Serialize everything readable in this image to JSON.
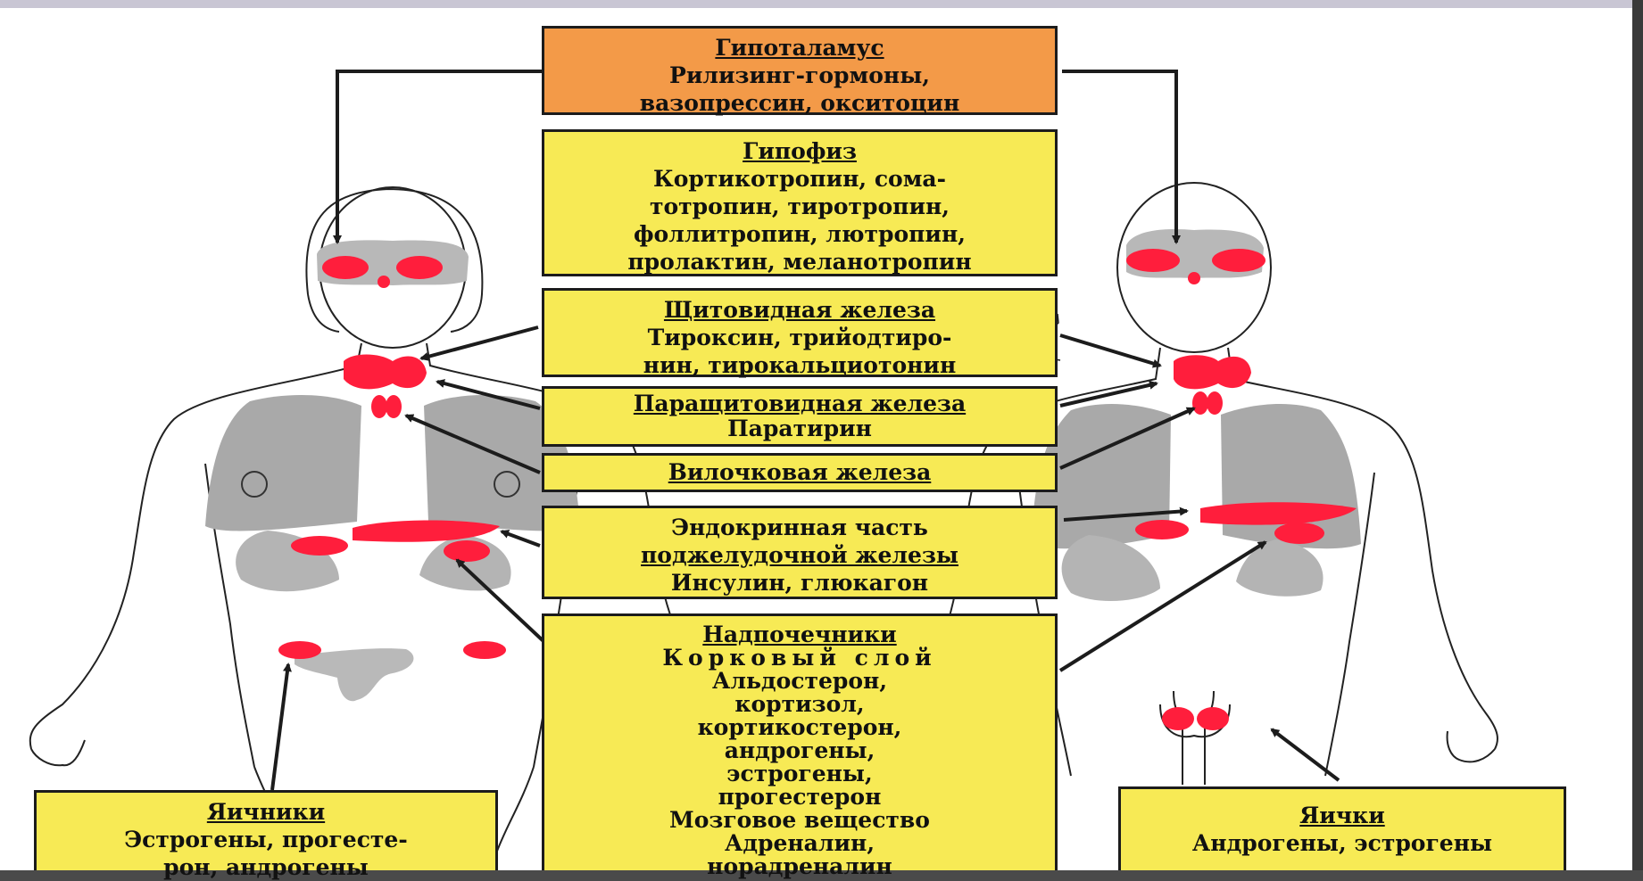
{
  "colors": {
    "gland": "#ff1e3c",
    "box_fill": "#f7ea55",
    "hypothalamus_fill": "#f39a48",
    "outline": "#1c1c1c",
    "organ": "#a9a9a9"
  },
  "boxes": {
    "hypothalamus": {
      "title": "Гипоталамус",
      "lines": [
        "Рилизинг-гормоны,",
        "вазопрессин, окситоцин"
      ]
    },
    "pituitary": {
      "title": "Гипофиз",
      "lines": [
        "Кортикотропин, сома-",
        "тотропин, тиротропин,",
        "фоллитропин, лютропин,",
        "пролактин, меланотропин"
      ]
    },
    "thyroid": {
      "title": "Щитовидная железа",
      "lines": [
        "Тироксин, трийодтиро-",
        "нин, тирокальциотонин"
      ]
    },
    "parathyroid": {
      "title": "Паращитовидная железа",
      "lines": [
        "Паратирин"
      ]
    },
    "thymus": {
      "title": "Вилочковая железа",
      "lines": []
    },
    "pancreas": {
      "lines": [
        "Эндокринная часть"
      ],
      "title": "поджелудочной железы",
      "lines2": [
        "Инсулин, глюкагон"
      ]
    },
    "adrenals": {
      "title": "Надпочечники",
      "lines": [
        "Корковый слой",
        "Альдостерон,",
        "кортизол,",
        "кортикостерон,",
        "андрогены,",
        "эстрогены,",
        "прогестерон",
        "Мозговое вещество",
        "Адреналин,",
        "норадреналин"
      ]
    },
    "ovaries": {
      "title": "Яичники",
      "lines": [
        "Эстрогены, прогесте-",
        "рон, андрогены"
      ]
    },
    "testes": {
      "title": "Яички",
      "lines": [
        "Андрогены, эстрогены"
      ]
    }
  }
}
